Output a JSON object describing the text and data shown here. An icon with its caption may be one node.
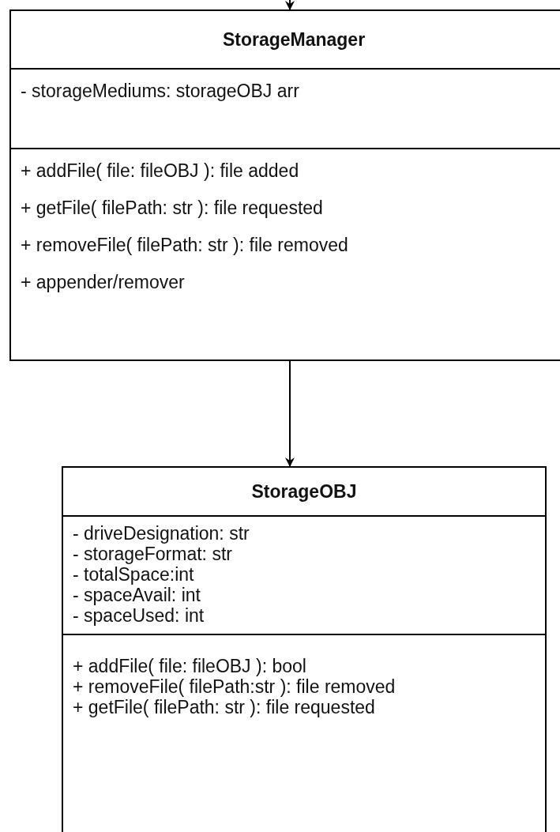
{
  "diagram": {
    "nodes": [
      {
        "text": [
          "StorageManager",
          "- storageMediums: storageOBJ arr",
          "+ addFile( file: fileOBJ ): file added",
          "+ getFile( filePath: str ): file requested",
          "+ removeFile( filePath: str ): file removed",
          "+ appender/remover"
        ]
      },
      {
        "text": [
          "StorageOBJ",
          "- driveDesignation: str",
          "- storageFormat: str",
          "- totalSpace:int",
          "- spaceAvail: int",
          "- spaceUsed: int",
          "+ addFile( file: fileOBJ ): bool",
          "+ removeFile( filePath:str ): file removed",
          "+ getFile( filePath: str ): file requested"
        ]
      }
    ],
    "edges": [
      {
        "from": null,
        "to": 0,
        "arrow": "to"
      },
      {
        "from": 0,
        "to": 1,
        "arrow": "to"
      }
    ]
  }
}
